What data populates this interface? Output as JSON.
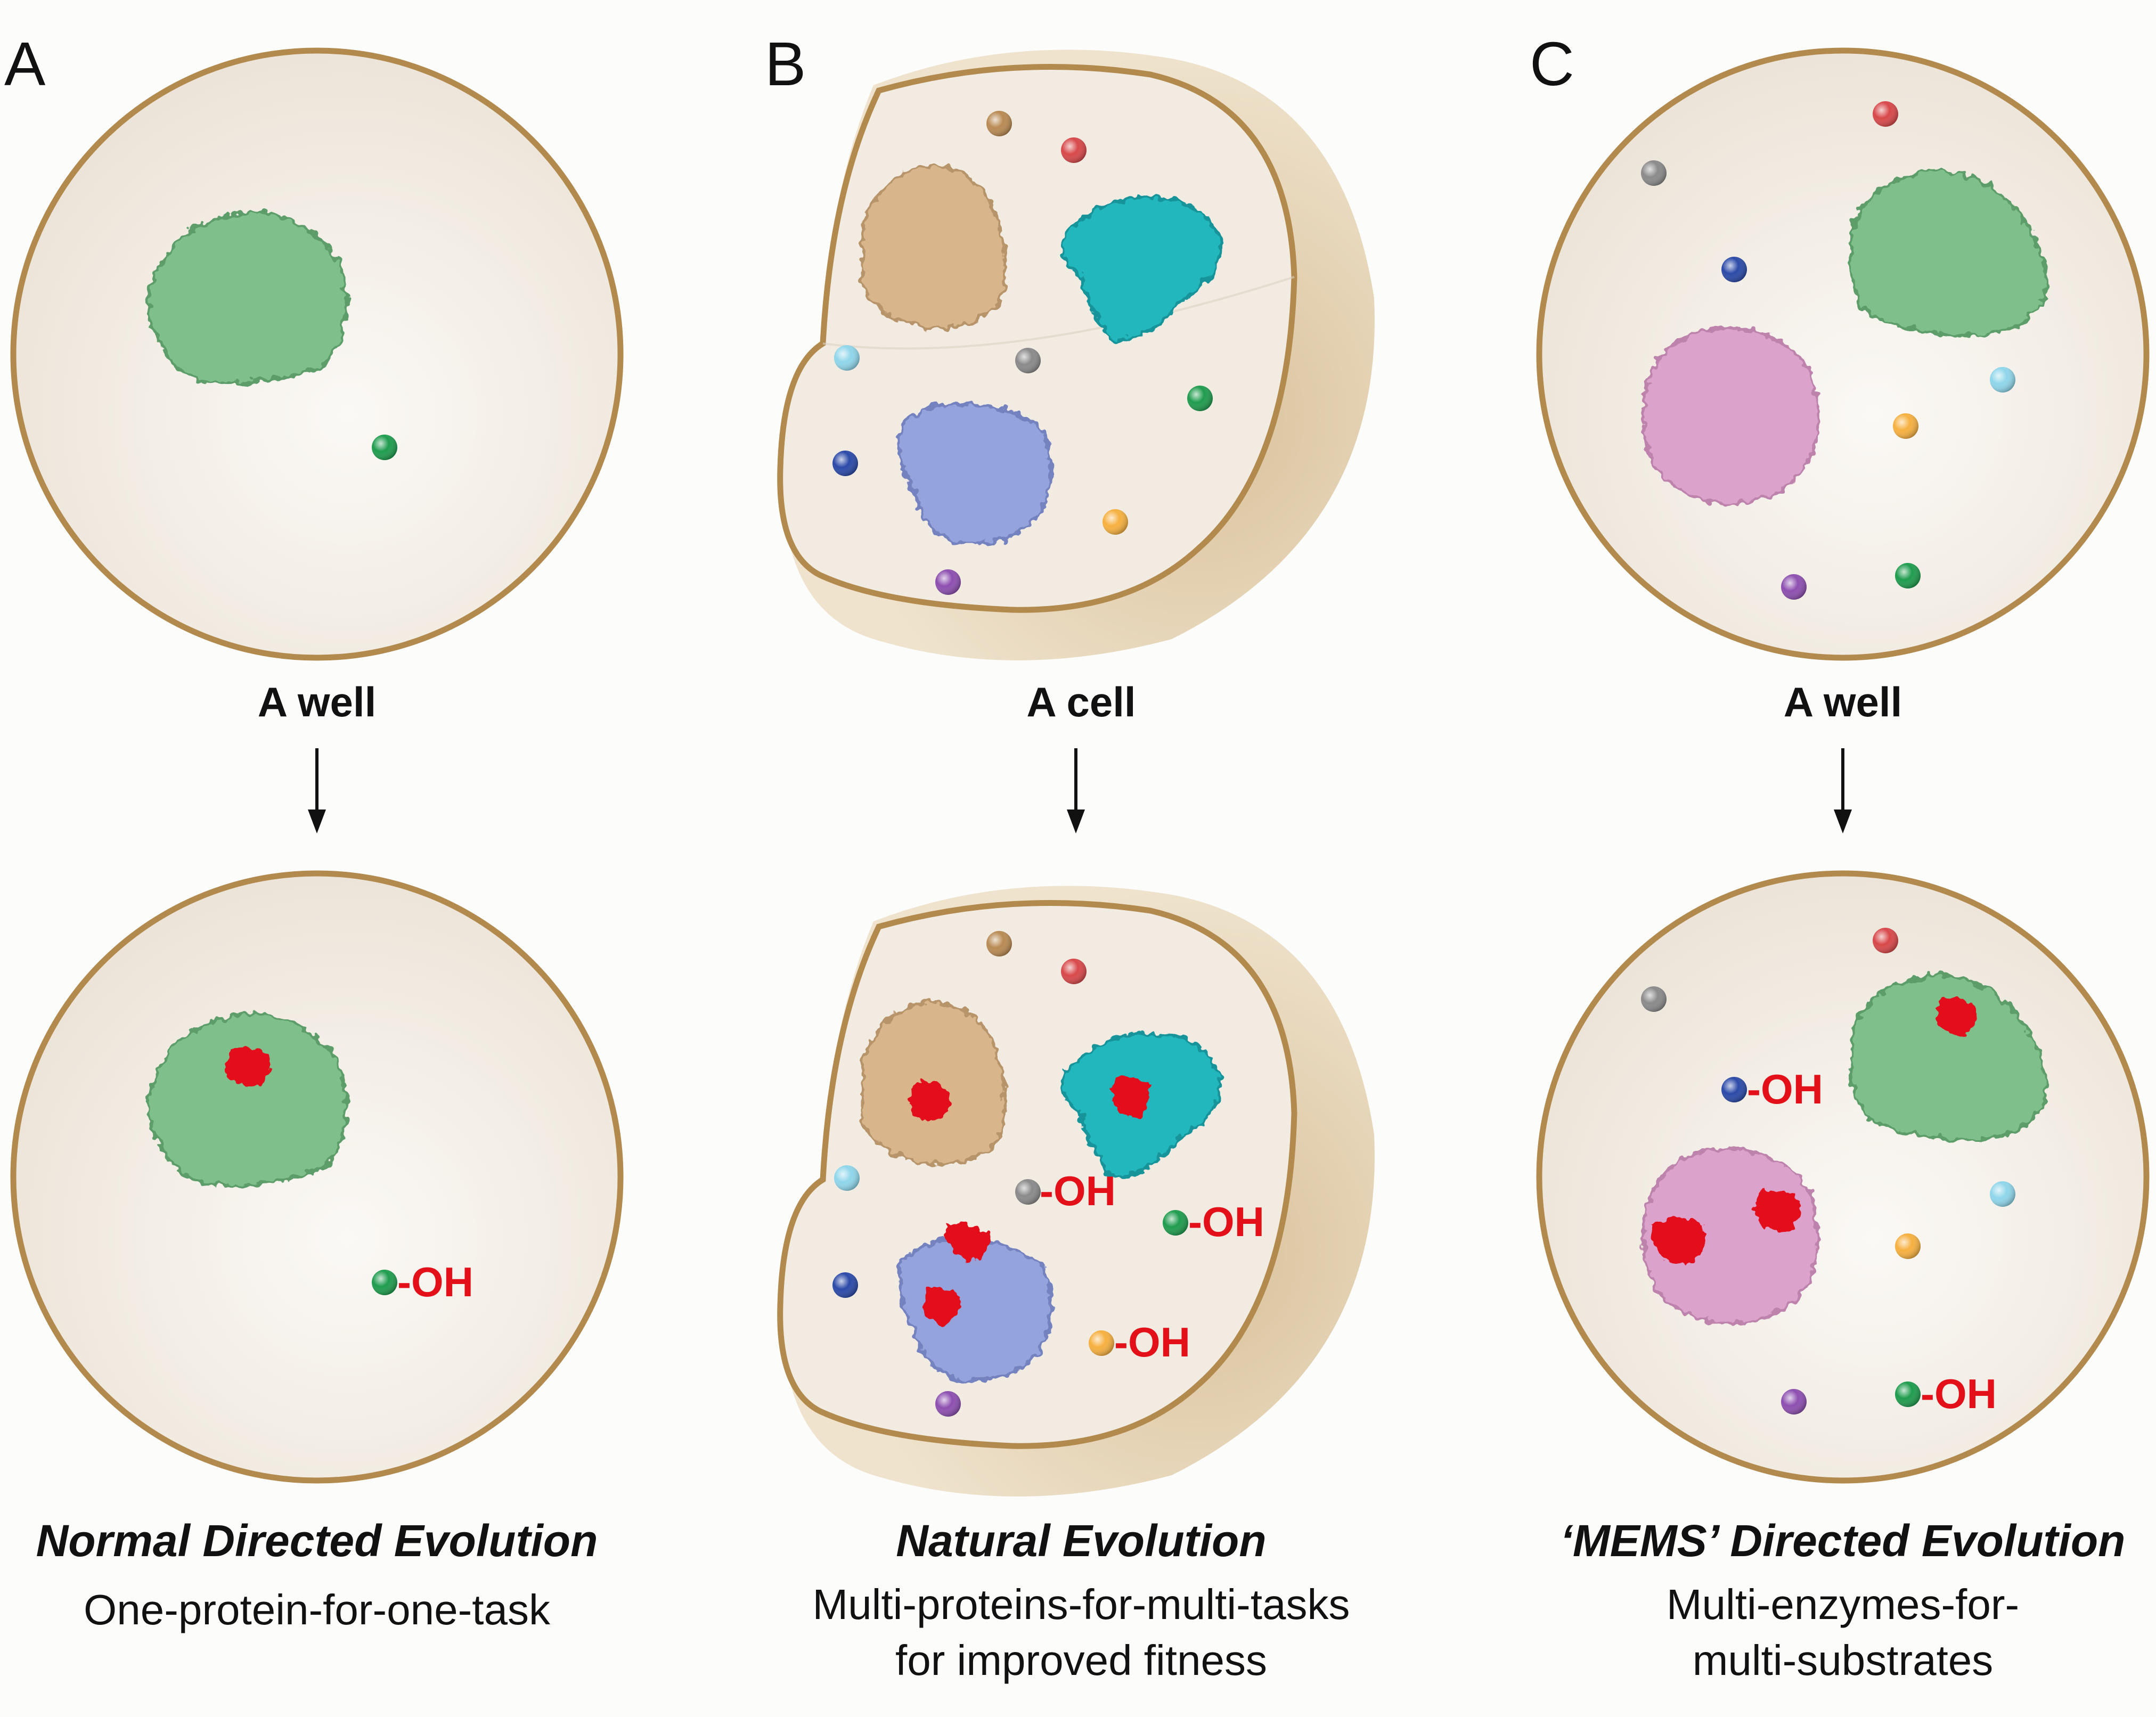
{
  "panels": [
    {
      "letter": "A",
      "container_label": "A well",
      "caption_title": "Normal Directed Evolution",
      "caption_lines": [
        "One-protein-for-one-task"
      ],
      "oh_label": "-OH"
    },
    {
      "letter": "B",
      "container_label": "A cell",
      "caption_title": "Natural Evolution",
      "caption_lines": [
        "Multi-proteins-for-multi-tasks",
        "for improved fitness"
      ],
      "oh_label": "-OH"
    },
    {
      "letter": "C",
      "container_label": "A well",
      "caption_title": "‘MEMS’ Directed Evolution",
      "caption_lines": [
        "Multi-enzymes-for-",
        "multi-substrates"
      ],
      "oh_label": "-OH"
    }
  ],
  "colors": {
    "container_border": "#b28a4e",
    "container_fill": "#f1ebe2",
    "cell_shell": "#e3cda6",
    "protein_green": "#7fbf8b",
    "protein_tan": "#d8b58a",
    "protein_cyan": "#22b7bd",
    "protein_lavender": "#95a3dc",
    "protein_pink": "#dba3cb",
    "active_site_red": "#e3101a",
    "substrate_green": "#1f9c4e",
    "substrate_blue": "#2b4aa8",
    "substrate_cyan": "#8fd6ea",
    "substrate_orange": "#f6b040",
    "substrate_purple": "#8d4fb0",
    "substrate_gray": "#8a8a8a",
    "substrate_red": "#d8484a",
    "substrate_tan": "#b98a53"
  }
}
